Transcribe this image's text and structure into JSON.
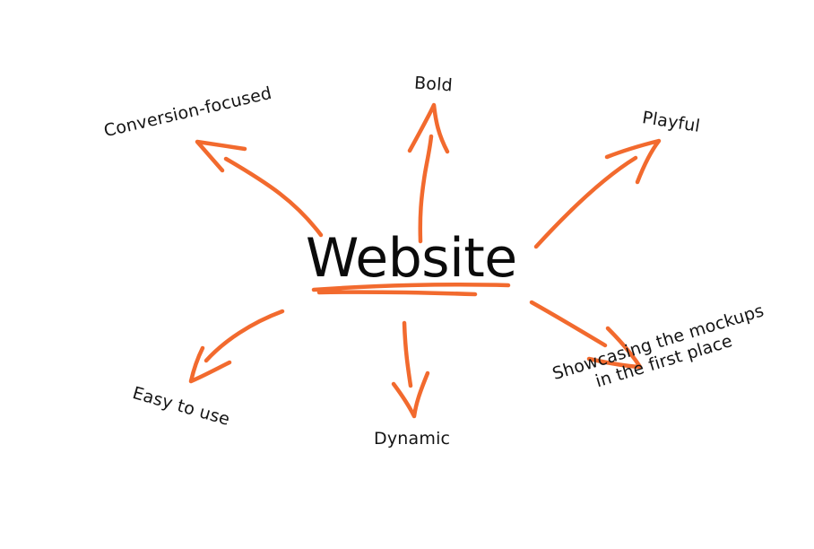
{
  "diagram": {
    "type": "mind-map",
    "center": {
      "label": "Website"
    },
    "accent_color": "#F26A2E",
    "branches": [
      {
        "id": "conversion",
        "label": "Conversion-focused",
        "direction": "up-left"
      },
      {
        "id": "bold",
        "label": "Bold",
        "direction": "up"
      },
      {
        "id": "playful",
        "label": "Playful",
        "direction": "up-right"
      },
      {
        "id": "easy",
        "label": "Easy to use",
        "direction": "down-left"
      },
      {
        "id": "dynamic",
        "label": "Dynamic",
        "direction": "down"
      },
      {
        "id": "showcase",
        "label_lines": [
          "Showcasing the mockups",
          "in the first place"
        ],
        "direction": "down-right"
      }
    ]
  }
}
